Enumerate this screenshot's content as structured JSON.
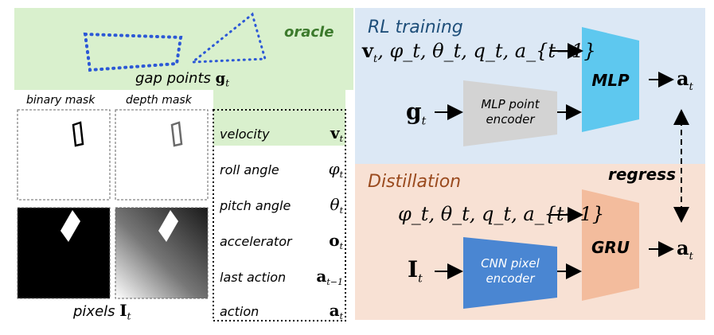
{
  "left_panel": {
    "oracle_label": "oracle",
    "gap_points_label": "gap points",
    "gap_points_symbol": "g",
    "gap_points_sub": "t",
    "binary_mask_label": "binary mask",
    "depth_mask_label": "depth mask",
    "pixels_label": "pixels",
    "pixels_symbol": "I",
    "pixels_sub": "t"
  },
  "state_list": [
    {
      "label": "velocity",
      "symbol": "v",
      "sub": "t",
      "bold": true
    },
    {
      "label": "roll angle",
      "symbol": "φ",
      "sub": "t",
      "bold": false
    },
    {
      "label": "pitch angle",
      "symbol": "θ",
      "sub": "t",
      "bold": false
    },
    {
      "label": "accelerator",
      "symbol": "o",
      "sub": "t",
      "bold": true
    },
    {
      "label": "last action",
      "symbol": "a",
      "sub": "t−1",
      "bold": true
    },
    {
      "label": "action",
      "symbol": "a",
      "sub": "t",
      "bold": true
    }
  ],
  "rl_panel": {
    "title": "RL training",
    "input_vector": "v",
    "input_rest": "φ_t, θ_t, q_t, a_{t−1}",
    "g_symbol": "g",
    "g_sub": "t",
    "encoder_line1": "MLP point",
    "encoder_line2": "encoder",
    "policy_label": "MLP",
    "output_symbol": "a",
    "output_sub": "t"
  },
  "distill_panel": {
    "title": "Distillation",
    "regress_label": "regress",
    "input_rest": "φ_t, θ_t, q_t, a_{t−1}",
    "image_symbol": "I",
    "image_sub": "t",
    "encoder_line1": "CNN pixel",
    "encoder_line2": "encoder",
    "policy_label": "GRU",
    "output_symbol": "a",
    "output_sub": "t"
  },
  "colors": {
    "oracle_bg": "#d9f0cd",
    "oracle_text": "#3c7a2c",
    "rl_bg": "#dce8f5",
    "rl_title": "#1f4f7a",
    "distill_bg": "#f8e1d4",
    "distill_title": "#9a4a1e",
    "mlp_fill": "#5ec8ef",
    "gru_fill": "#f3bc9d",
    "point_encoder_fill": "#d3d3d3",
    "cnn_encoder_fill": "#4a86d2",
    "dot_blue": "#2c58d6"
  }
}
